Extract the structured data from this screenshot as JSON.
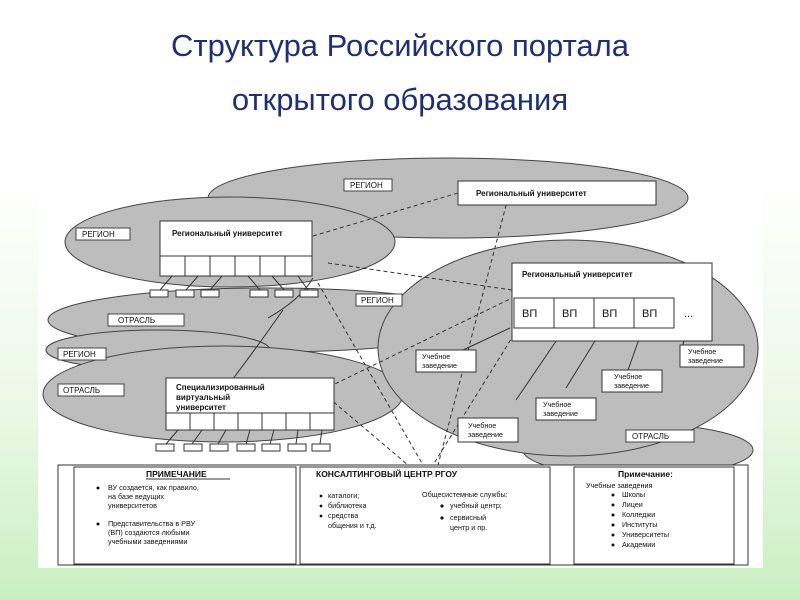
{
  "title": {
    "line1": "Структура Российского портала",
    "line2": "открытого образования"
  },
  "diagram": {
    "region": "РЕГИОН",
    "branch": "ОТРАСЛЬ",
    "regional_university": "Региональный университет",
    "specialized_university": [
      "Специализированный",
      "виртуальный",
      "университет"
    ],
    "vp": "ВП",
    "ellipsis": "...",
    "edu_institution": [
      "Учебное",
      "заведение"
    ]
  },
  "note_left": {
    "heading": "ПРИМЕЧАНИЕ",
    "items": [
      [
        "ВУ создается, как правило,",
        "на базе ведущих",
        "университетов"
      ],
      [
        "Представительства в РВУ",
        "(ВП) создаются любыми",
        "учебными заведениями"
      ]
    ]
  },
  "consulting": {
    "heading": "КОНСАЛТИНГОВЫЙ ЦЕНТР РГОУ",
    "left_items": [
      "каталоги;",
      "библиотека",
      "средства",
      "общения и т.д."
    ],
    "right_heading": "Общесистемные службы:",
    "right_items": [
      "учебный центр;",
      "сервисный",
      "центр и пр."
    ]
  },
  "note_right": {
    "heading": "Примечание:",
    "subheading": "Учебные заведения",
    "items": [
      "Школы",
      "Лицеи",
      "Колледжи",
      "Институты",
      "Университеты",
      "Академии"
    ]
  }
}
